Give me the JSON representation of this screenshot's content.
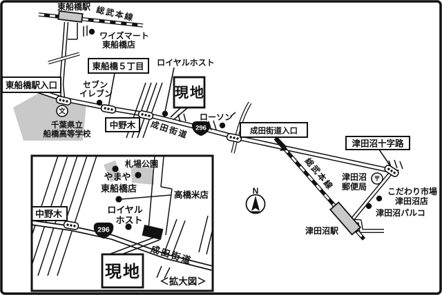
{
  "colors": {
    "background": "#ffffff",
    "line": "#111111",
    "area_fill": "#c9c9c9",
    "badge_fill": "#111111",
    "badge_text": "#ffffff"
  },
  "main": {
    "station_top": "東船橋駅",
    "sobu_line_top": "総武本線",
    "ys_mart_line1": "ワイズマート",
    "ys_mart_line2": "東船橋店",
    "higashifunabashi5_box": "東船橋５丁目",
    "royal_host": "ロイヤルホスト",
    "site_box": "現地",
    "station_entrance_box": "東船橋駅入口",
    "seven_line1": "セブン",
    "seven_line2": "イレブン",
    "school_line1": "千葉県立",
    "school_line2": "船橋高等学校",
    "school_symbol": "文",
    "nakanogi_box": "中野木",
    "narita_kaido_road": "成田街道",
    "route_badge": "296",
    "lawson": "ローソン",
    "narita_kaido_entrance_box": "成田街道入口",
    "tsudanuma_crossroads_box": "津田沼十字路",
    "sobu_line_bottom": "総武本線",
    "post_office_line1": "津田沼",
    "post_office_line2": "郵便局",
    "post_symbol": "〒",
    "kodawari_line1": "こだわり市場",
    "kodawari_line2": "津田沼店",
    "parco": "津田沼パルコ",
    "station_bottom": "津田沼駅",
    "compass_n": "N"
  },
  "inset": {
    "fudaba_park": "札場公園",
    "yamaya_line1": "やまや",
    "yamaya_line2": "東船橋店",
    "takahashi_rice": "高橋米店",
    "royal_host_line1": "ロイヤル",
    "royal_host_line2": "ホスト",
    "nakanogi_box": "中野木",
    "route_badge": "296",
    "site_box": "現地",
    "narita_kaido_road": "成田街道",
    "caption": "＜拡大図＞"
  }
}
